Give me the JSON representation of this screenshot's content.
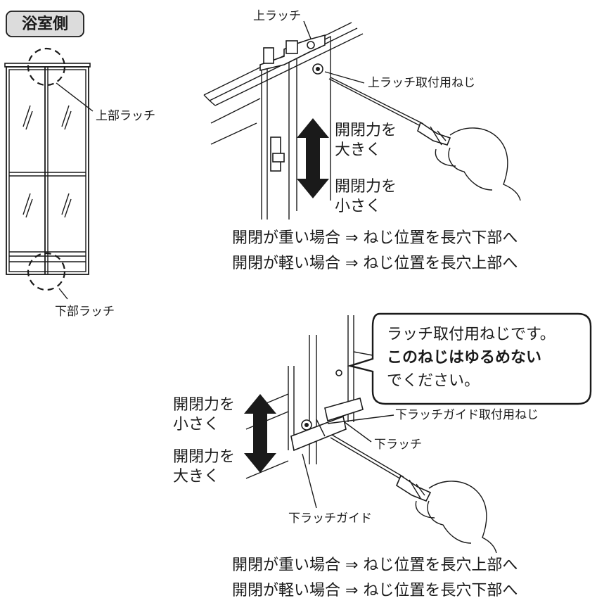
{
  "bathroom_side_label": "浴室側",
  "upper": {
    "upper_latch_label": "上ラッチ",
    "screw_label": "上ラッチ取付用ねじ",
    "arrow_up_line1": "開閉力を",
    "arrow_up_line2": "大きく",
    "arrow_down_line1": "開閉力を",
    "arrow_down_line2": "小さく",
    "note_heavy": "開閉が重い場合 ⇒ ねじ位置を長穴下部へ",
    "note_light": "開閉が軽い場合 ⇒ ねじ位置を長穴上部へ"
  },
  "door_overview": {
    "top_latch_label": "上部ラッチ",
    "bottom_latch_label": "下部ラッチ"
  },
  "lower": {
    "callout_line1": "ラッチ取付用ねじです。",
    "callout_line2": "このねじはゆるめない",
    "callout_line3": "でください。",
    "guide_screw_label": "下ラッチガイド取付用ねじ",
    "lower_latch_label": "下ラッチ",
    "guide_label": "下ラッチガイド",
    "arrow_up_line1": "開閉力を",
    "arrow_up_line2": "小さく",
    "arrow_down_line1": "開閉力を",
    "arrow_down_line2": "大きく",
    "note_heavy": "開閉が重い場合 ⇒ ねじ位置を長穴上部へ",
    "note_light": "開閉が軽い場合 ⇒ ねじ位置を長穴下部へ"
  },
  "colors": {
    "ink": "#1a1a1a",
    "badge_fill": "#dcdcdc",
    "background": "#ffffff"
  },
  "icons": [
    "double-arrow-icon",
    "screwdriver-icon",
    "hand-icon",
    "screw-icon"
  ]
}
